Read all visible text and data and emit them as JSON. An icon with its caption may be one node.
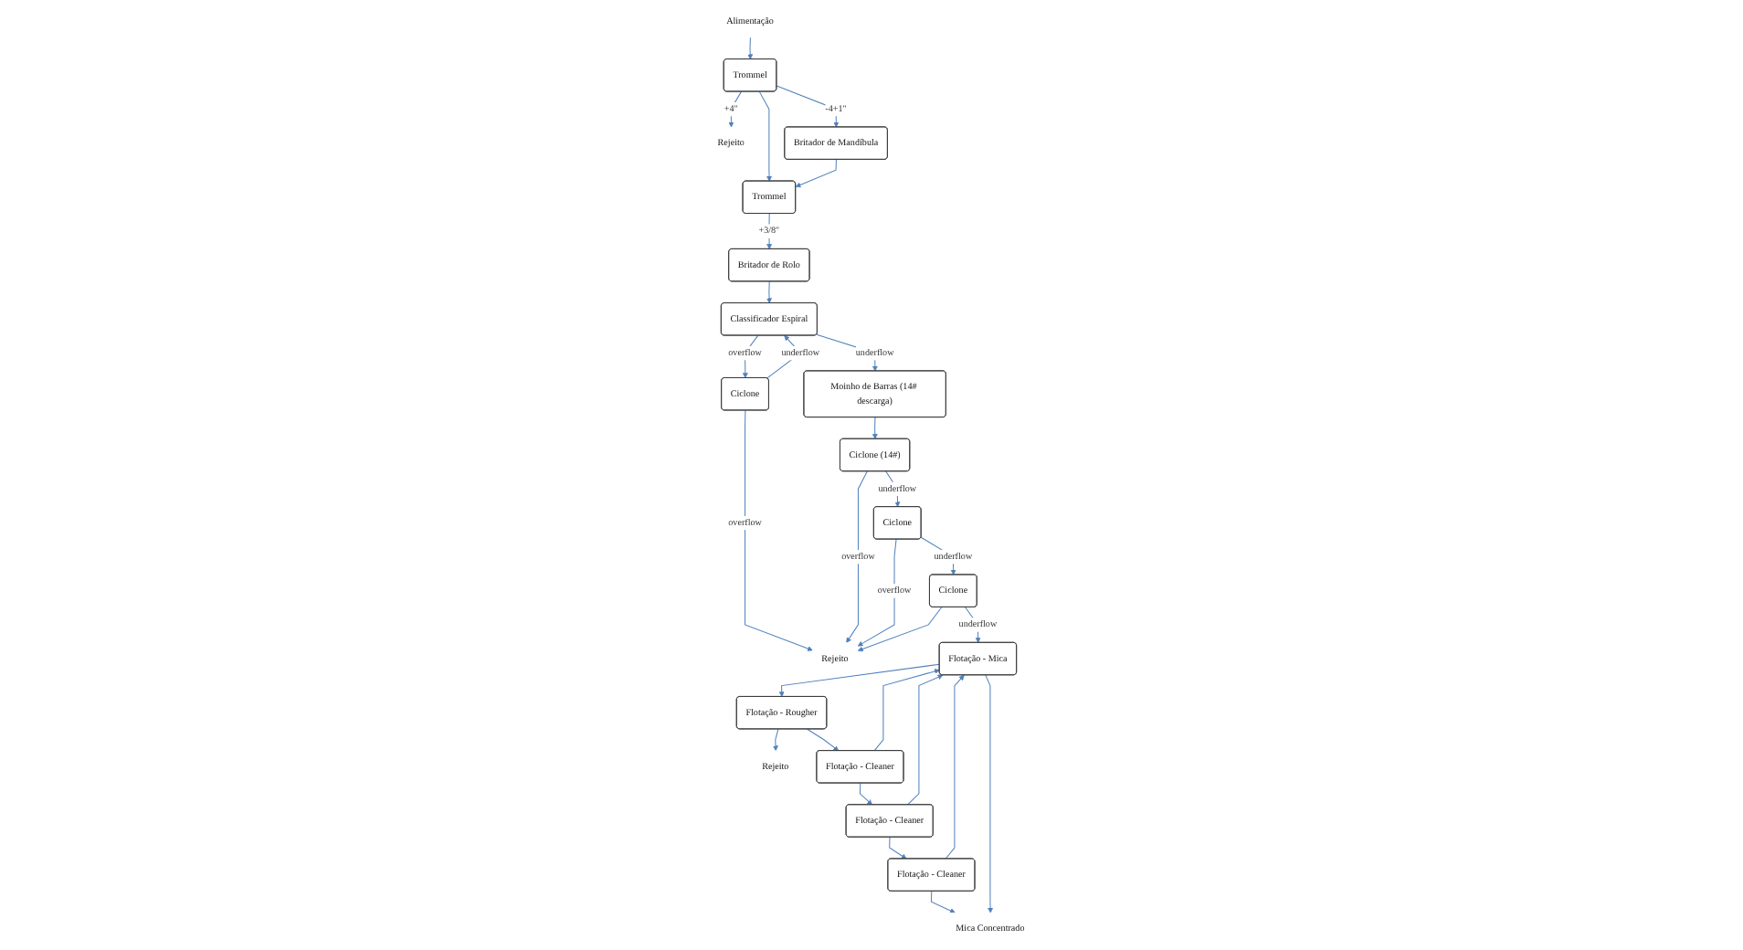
{
  "diagram": {
    "nodes": [
      {
        "text": [
          "Alimentação"
        ]
      },
      {
        "text": [
          "Trommel"
        ]
      },
      {
        "text": [
          "Rejeito"
        ]
      },
      {
        "text": [
          "Britador de Mandíbula"
        ]
      },
      {
        "text": [
          "Trommel"
        ]
      },
      {
        "text": [
          "Britador de Rolo"
        ]
      },
      {
        "text": [
          "Classificador Espiral"
        ]
      },
      {
        "text": [
          "Ciclone"
        ]
      },
      {
        "text": [
          "Moinho de Barras (14# descarga)"
        ]
      },
      {
        "text": [
          "Ciclone (14#)"
        ]
      },
      {
        "text": [
          "Ciclone"
        ]
      },
      {
        "text": [
          "Ciclone"
        ]
      },
      {
        "text": [
          "Rejeito"
        ]
      },
      {
        "text": [
          "Flotação - Mica"
        ]
      },
      {
        "text": [
          "Flotação - Rougher"
        ]
      },
      {
        "text": [
          "Rejeito"
        ]
      },
      {
        "text": [
          "Flotação - Cleaner"
        ]
      },
      {
        "text": [
          "Flotação - Cleaner"
        ]
      },
      {
        "text": [
          "Flotação - Cleaner"
        ]
      },
      {
        "text": [
          "Mica Concentrado"
        ]
      }
    ],
    "edges": [
      {
        "from": 0,
        "to": 1,
        "arrow": "to"
      },
      {
        "from": 1,
        "to": 2,
        "arrow": "to",
        "label": "+4″"
      },
      {
        "from": 1,
        "to": 3,
        "arrow": "to",
        "label": "-4+1″"
      },
      {
        "from": 1,
        "to": 4,
        "arrow": "to"
      },
      {
        "from": 3,
        "to": 4,
        "arrow": "to"
      },
      {
        "from": 4,
        "to": 5,
        "arrow": "to",
        "label": "+3/8″"
      },
      {
        "from": 5,
        "to": 6,
        "arrow": "to"
      },
      {
        "from": 6,
        "to": 7,
        "arrow": "to",
        "label": "overflow"
      },
      {
        "from": 7,
        "to": 6,
        "arrow": "to",
        "label": "underflow"
      },
      {
        "from": 6,
        "to": 8,
        "arrow": "to",
        "label": "underflow"
      },
      {
        "from": 7,
        "to": 12,
        "arrow": "to",
        "label": "overflow"
      },
      {
        "from": 8,
        "to": 9,
        "arrow": "to"
      },
      {
        "from": 9,
        "to": 12,
        "arrow": "to",
        "label": "overflow"
      },
      {
        "from": 9,
        "to": 10,
        "arrow": "to",
        "label": "underflow"
      },
      {
        "from": 10,
        "to": 12,
        "arrow": "to",
        "label": "overflow"
      },
      {
        "from": 10,
        "to": 11,
        "arrow": "to",
        "label": "underflow"
      },
      {
        "from": 11,
        "to": 12,
        "arrow": "to"
      },
      {
        "from": 11,
        "to": 13,
        "arrow": "to",
        "label": "underflow"
      },
      {
        "from": 13,
        "to": 14,
        "arrow": "to"
      },
      {
        "from": 14,
        "to": 15,
        "arrow": "to"
      },
      {
        "from": 14,
        "to": 16,
        "arrow": "to"
      },
      {
        "from": 16,
        "to": 13,
        "arrow": "to"
      },
      {
        "from": 16,
        "to": 17,
        "arrow": "to"
      },
      {
        "from": 17,
        "to": 13,
        "arrow": "to"
      },
      {
        "from": 17,
        "to": 18,
        "arrow": "to"
      },
      {
        "from": 18,
        "to": 13,
        "arrow": "to"
      },
      {
        "from": 18,
        "to": 19,
        "arrow": "to"
      },
      {
        "from": 13,
        "to": 19,
        "arrow": "to"
      }
    ]
  }
}
